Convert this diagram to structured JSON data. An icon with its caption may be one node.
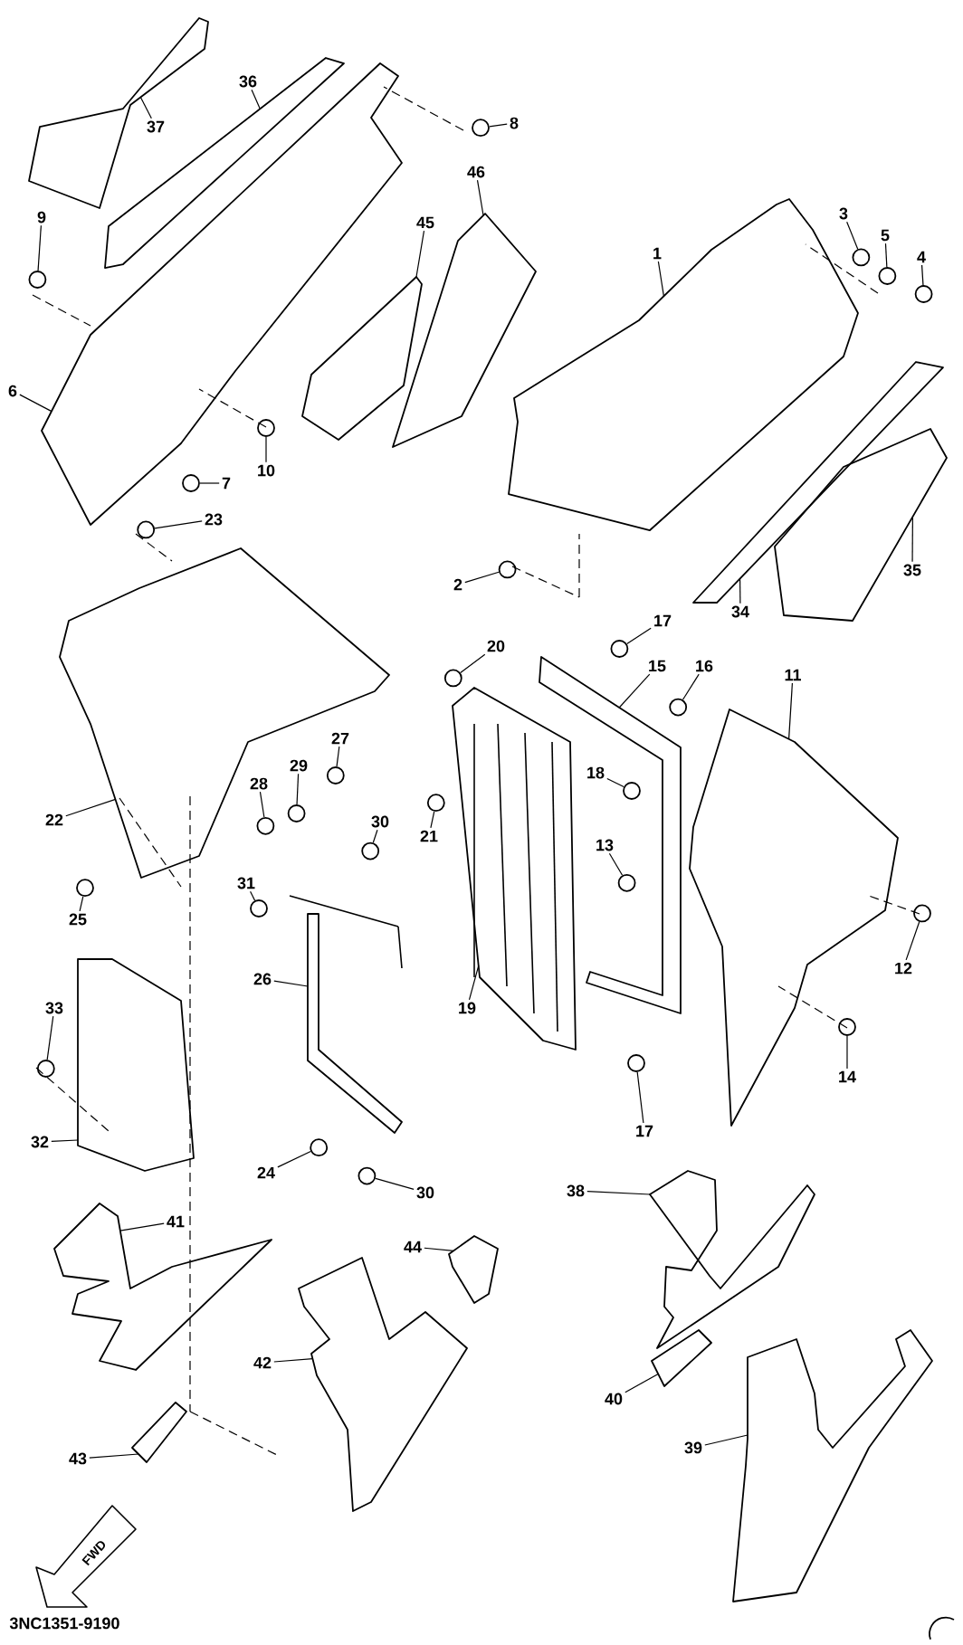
{
  "diagram": {
    "nodes": [
      {
        "text": [
          "36"
        ]
      },
      {
        "text": [
          "8"
        ]
      },
      {
        "text": [
          "37"
        ]
      },
      {
        "text": [
          "46"
        ]
      },
      {
        "text": [
          "3"
        ]
      },
      {
        "text": [
          "9"
        ]
      },
      {
        "text": [
          "45"
        ]
      },
      {
        "text": [
          "5"
        ]
      },
      {
        "text": [
          "1"
        ]
      },
      {
        "text": [
          "4"
        ]
      },
      {
        "text": [
          "6"
        ]
      },
      {
        "text": [
          "10"
        ]
      },
      {
        "text": [
          "7"
        ]
      },
      {
        "text": [
          "23"
        ]
      },
      {
        "text": [
          "34"
        ]
      },
      {
        "text": [
          "35"
        ]
      },
      {
        "text": [
          "2"
        ]
      },
      {
        "text": [
          "17"
        ]
      },
      {
        "text": [
          "20"
        ]
      },
      {
        "text": [
          "15"
        ]
      },
      {
        "text": [
          "16"
        ]
      },
      {
        "text": [
          "11"
        ]
      },
      {
        "text": [
          "27"
        ]
      },
      {
        "text": [
          "29"
        ]
      },
      {
        "text": [
          "18"
        ]
      },
      {
        "text": [
          "28"
        ]
      },
      {
        "text": [
          "22"
        ]
      },
      {
        "text": [
          "30"
        ]
      },
      {
        "text": [
          "21"
        ]
      },
      {
        "text": [
          "13"
        ]
      },
      {
        "text": [
          "31"
        ]
      },
      {
        "text": [
          "25"
        ]
      },
      {
        "text": [
          "12"
        ]
      },
      {
        "text": [
          "26"
        ]
      },
      {
        "text": [
          "19"
        ]
      },
      {
        "text": [
          "33"
        ]
      },
      {
        "text": [
          "14"
        ]
      },
      {
        "text": [
          "17"
        ]
      },
      {
        "text": [
          "32"
        ]
      },
      {
        "text": [
          "24"
        ]
      },
      {
        "text": [
          "38"
        ]
      },
      {
        "text": [
          "30"
        ]
      },
      {
        "text": [
          "41"
        ]
      },
      {
        "text": [
          "44"
        ]
      },
      {
        "text": [
          "42"
        ]
      },
      {
        "text": [
          "40"
        ]
      },
      {
        "text": [
          "39"
        ]
      },
      {
        "text": [
          "43"
        ]
      },
      {
        "text": [],
        "shape": "picture"
      },
      {
        "text": [],
        "shape": "circle"
      },
      {
        "text": [],
        "shape": "picture"
      },
      {
        "text": [],
        "shape": "picture"
      },
      {
        "text": [],
        "shape": "circle"
      },
      {
        "text": [],
        "shape": "circle"
      },
      {
        "text": [],
        "shape": "picture"
      },
      {
        "text": [],
        "shape": "circle"
      },
      {
        "text": [],
        "shape": "picture"
      },
      {
        "text": [],
        "shape": "circle"
      },
      {
        "text": [],
        "shape": "picture"
      },
      {
        "text": [],
        "shape": "circle"
      },
      {
        "text": [],
        "shape": "circle"
      },
      {
        "text": [],
        "shape": "circle"
      },
      {
        "text": [],
        "shape": "picture"
      },
      {
        "text": [],
        "shape": "picture"
      },
      {
        "text": [],
        "shape": "circle"
      },
      {
        "text": [],
        "shape": "circle"
      },
      {
        "text": [],
        "shape": "circle"
      },
      {
        "text": [],
        "shape": "picture"
      },
      {
        "text": [],
        "shape": "circle"
      },
      {
        "text": [],
        "shape": "picture"
      },
      {
        "text": [],
        "shape": "circle"
      },
      {
        "text": [],
        "shape": "circle"
      },
      {
        "text": [],
        "shape": "circle"
      },
      {
        "text": [],
        "shape": "circle"
      },
      {
        "text": [],
        "shape": "picture"
      },
      {
        "text": [],
        "shape": "circle"
      },
      {
        "text": [],
        "shape": "circle"
      },
      {
        "text": [],
        "shape": "circle"
      },
      {
        "text": [],
        "shape": "circle"
      },
      {
        "text": [],
        "shape": "circle"
      },
      {
        "text": [],
        "shape": "circle"
      },
      {
        "text": [],
        "shape": "picture"
      },
      {
        "text": [],
        "shape": "picture"
      },
      {
        "text": [],
        "shape": "circle"
      },
      {
        "text": [],
        "shape": "circle"
      },
      {
        "text": [],
        "shape": "circle"
      },
      {
        "text": [],
        "shape": "picture"
      },
      {
        "text": [],
        "shape": "circle"
      },
      {
        "text": [],
        "shape": "picture"
      },
      {
        "text": [],
        "shape": "circle"
      },
      {
        "text": [],
        "shape": "picture"
      },
      {
        "text": [],
        "shape": "picture"
      },
      {
        "text": [],
        "shape": "picture"
      },
      {
        "text": [],
        "shape": "picture"
      },
      {
        "text": [],
        "shape": "picture"
      },
      {
        "text": [],
        "shape": "picture"
      }
    ],
    "edges": [
      {
        "from": 0,
        "to": 48,
        "arrow": "none"
      },
      {
        "from": 1,
        "to": 49,
        "arrow": "none"
      },
      {
        "from": 2,
        "to": 50,
        "arrow": "none"
      },
      {
        "from": 3,
        "to": 51,
        "arrow": "none"
      },
      {
        "from": 4,
        "to": 52,
        "arrow": "none"
      },
      {
        "from": 5,
        "to": 53,
        "arrow": "none"
      },
      {
        "from": 6,
        "to": 54,
        "arrow": "none"
      },
      {
        "from": 7,
        "to": 55,
        "arrow": "none"
      },
      {
        "from": 8,
        "to": 56,
        "arrow": "none"
      },
      {
        "from": 9,
        "to": 57,
        "arrow": "none"
      },
      {
        "from": 10,
        "to": 58,
        "arrow": "none"
      },
      {
        "from": 11,
        "to": 59,
        "arrow": "none"
      },
      {
        "from": 12,
        "to": 60,
        "arrow": "none"
      },
      {
        "from": 13,
        "to": 61,
        "arrow": "none"
      },
      {
        "from": 14,
        "to": 62,
        "arrow": "none"
      },
      {
        "from": 15,
        "to": 63,
        "arrow": "none"
      },
      {
        "from": 16,
        "to": 64,
        "arrow": "none"
      },
      {
        "from": 17,
        "to": 65,
        "arrow": "none"
      },
      {
        "from": 18,
        "to": 66,
        "arrow": "none"
      },
      {
        "from": 19,
        "to": 67,
        "arrow": "none"
      },
      {
        "from": 20,
        "to": 68,
        "arrow": "none"
      },
      {
        "from": 21,
        "to": 69,
        "arrow": "none"
      },
      {
        "from": 22,
        "to": 70,
        "arrow": "none"
      },
      {
        "from": 23,
        "to": 71,
        "arrow": "none"
      },
      {
        "from": 24,
        "to": 72,
        "arrow": "none"
      },
      {
        "from": 25,
        "to": 73,
        "arrow": "none"
      },
      {
        "from": 26,
        "to": 74,
        "arrow": "none"
      },
      {
        "from": 27,
        "to": 75,
        "arrow": "none"
      },
      {
        "from": 28,
        "to": 76,
        "arrow": "none"
      },
      {
        "from": 29,
        "to": 77,
        "arrow": "none"
      },
      {
        "from": 30,
        "to": 78,
        "arrow": "none"
      },
      {
        "from": 31,
        "to": 79,
        "arrow": "none"
      },
      {
        "from": 32,
        "to": 80,
        "arrow": "none"
      },
      {
        "from": 33,
        "to": 81,
        "arrow": "none"
      },
      {
        "from": 34,
        "to": 82,
        "arrow": "none"
      },
      {
        "from": 35,
        "to": 83,
        "arrow": "none"
      },
      {
        "from": 36,
        "to": 84,
        "arrow": "none"
      },
      {
        "from": 37,
        "to": 85,
        "arrow": "none"
      },
      {
        "from": 38,
        "to": 86,
        "arrow": "none"
      },
      {
        "from": 39,
        "to": 87,
        "arrow": "none"
      },
      {
        "from": 40,
        "to": 88,
        "arrow": "none"
      },
      {
        "from": 41,
        "to": 89,
        "arrow": "none"
      },
      {
        "from": 42,
        "to": 90,
        "arrow": "none"
      },
      {
        "from": 43,
        "to": 91,
        "arrow": "none"
      },
      {
        "from": 44,
        "to": 92,
        "arrow": "none"
      },
      {
        "from": 45,
        "to": 93,
        "arrow": "none"
      },
      {
        "from": 46,
        "to": 94,
        "arrow": "none"
      },
      {
        "from": 47,
        "to": 95,
        "arrow": "none"
      }
    ],
    "labels": [
      "FWD",
      "3NC1351-9190"
    ]
  }
}
